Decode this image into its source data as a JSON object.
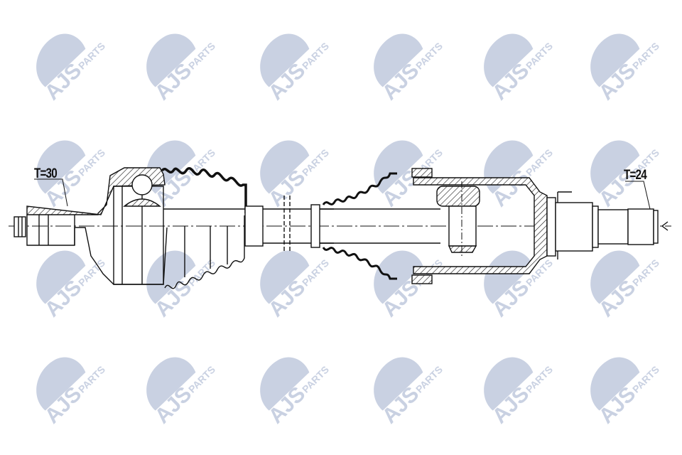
{
  "watermark": {
    "brand": "AJS",
    "sub": "PARTS",
    "color": "#c9d1e2"
  },
  "labels": {
    "left_teeth": "T=30",
    "right_teeth": "T=24"
  },
  "colors": {
    "line": "#111111",
    "background": "#ffffff"
  }
}
